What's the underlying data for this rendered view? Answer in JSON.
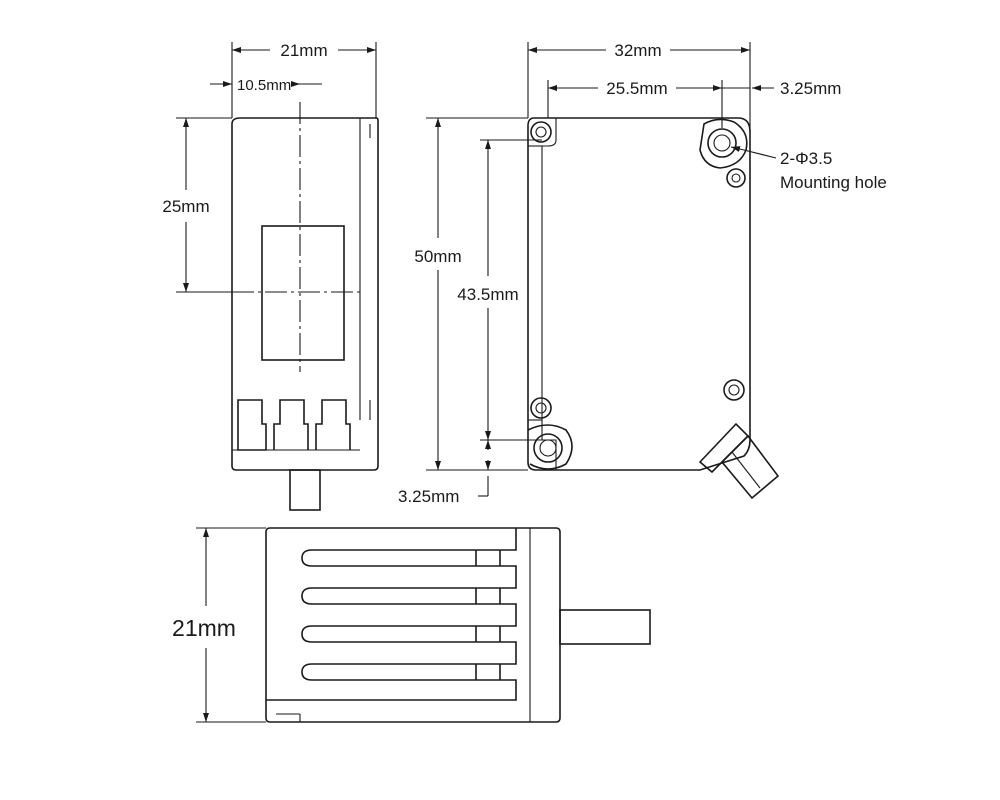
{
  "front_view": {
    "width_label": "21mm",
    "half_width_label": "10.5mm",
    "center_height_label": "25mm"
  },
  "side_view": {
    "width_label": "32mm",
    "hole_spacing_label": "25.5mm",
    "edge_offset_label": "3.25mm",
    "height_label": "50mm",
    "inner_height_label": "43.5mm",
    "bottom_offset_label": "3.25mm",
    "hole_spec_label": "2-Φ3.5",
    "hole_note_label": "Mounting hole"
  },
  "bottom_view": {
    "height_label": "21mm"
  }
}
